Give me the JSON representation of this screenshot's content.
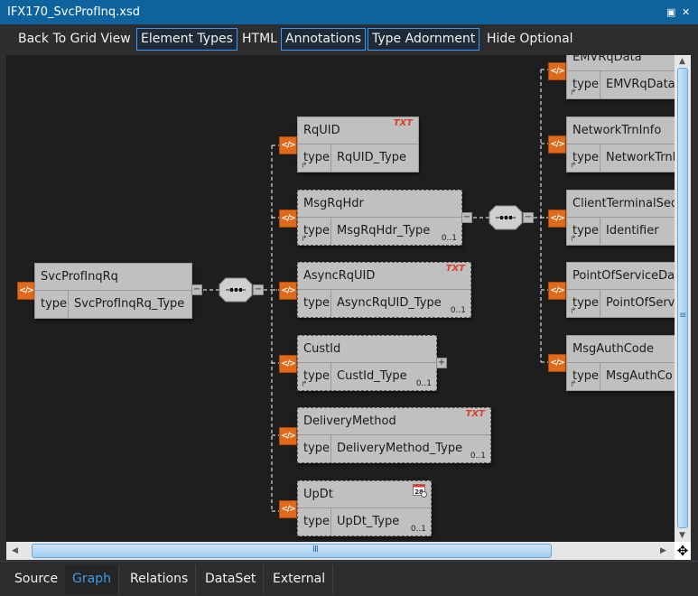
{
  "window": {
    "title": "IFX170_SvcProfInq.xsd",
    "pin_glyph": "▣",
    "close_glyph": "✕"
  },
  "toolbar": {
    "back": "Back To Grid View",
    "element_types": "Element Types",
    "html": "HTML",
    "annotations": "Annotations",
    "type_adornment": "Type Adornment",
    "hide_optional": "Hide Optional"
  },
  "graph": {
    "type_label": "type",
    "element_glyph": "</>",
    "expand_glyph": "+",
    "collapse_glyph": "−",
    "root": {
      "name": "SvcProfInqRq",
      "type": "SvcProfInqRq_Type"
    },
    "children": [
      {
        "name": "RqUID",
        "type": "RqUID_Type",
        "badge": "TXT",
        "cardinality": ""
      },
      {
        "name": "MsgRqHdr",
        "type": "MsgRqHdr_Type",
        "badge": "",
        "cardinality": "0..1"
      },
      {
        "name": "AsyncRqUID",
        "type": "AsyncRqUID_Type",
        "badge": "TXT",
        "cardinality": "0..1"
      },
      {
        "name": "CustId",
        "type": "CustId_Type",
        "badge": "",
        "cardinality": "0..1"
      },
      {
        "name": "DeliveryMethod",
        "type": "DeliveryMethod_Type",
        "badge": "TXT",
        "cardinality": "0..1"
      },
      {
        "name": "UpDt",
        "type": "UpDt_Type",
        "badge": "28",
        "cardinality": "0..1"
      }
    ],
    "hdr_children": [
      {
        "name": "EMVRqData",
        "type": "EMVRqData"
      },
      {
        "name": "NetworkTrnInfo",
        "type": "NetworkTrnI"
      },
      {
        "name": "ClientTerminalSeqI",
        "type": "Identifier"
      },
      {
        "name": "PointOfServiceDat",
        "type": "PointOfServ"
      },
      {
        "name": "MsgAuthCode",
        "type": "MsgAuthCo"
      }
    ]
  },
  "scroll": {
    "h_grip": "III",
    "v_grip": "≡",
    "corner_glyph": "✥",
    "left": "◀",
    "right": "▶",
    "up": "▲",
    "down": "▼"
  },
  "tabs": [
    "Source",
    "Graph",
    "Relations",
    "DataSet",
    "External"
  ],
  "active_tab": "Graph"
}
